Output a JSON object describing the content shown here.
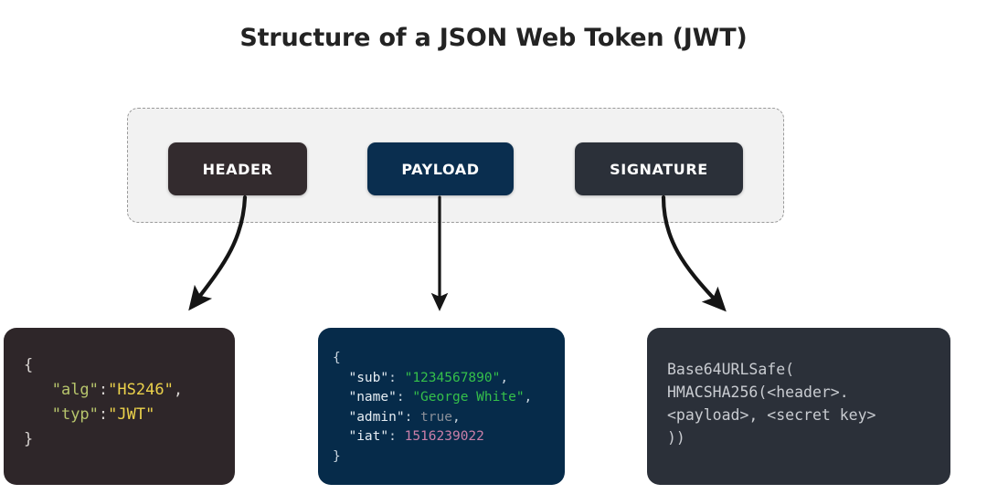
{
  "page": {
    "title": "Structure of a JSON Web Token (JWT)",
    "background": "#ffffff"
  },
  "token_container": {
    "border_style": "dashed",
    "border_color": "#9a9a9a",
    "background": "#f2f2f2",
    "parts": [
      {
        "label": "HEADER",
        "color": "#332b2e",
        "text_color": "#ffffff"
      },
      {
        "label": "PAYLOAD",
        "color": "#0a2e4f",
        "text_color": "#ffffff"
      },
      {
        "label": "SIGNATURE",
        "color": "#2b3039",
        "text_color": "#ffffff"
      }
    ]
  },
  "arrows": [
    {
      "name": "header-arrow",
      "shape": "curve-left"
    },
    {
      "name": "payload-arrow",
      "shape": "straight"
    },
    {
      "name": "signature-arrow",
      "shape": "curve-right"
    }
  ],
  "code_boxes": {
    "header": {
      "background": "#2e2629",
      "lines": [
        {
          "punct_open": "{"
        },
        {
          "indent": "   ",
          "key": "\"alg\"",
          "colon": ":",
          "value": "\"HS246\"",
          "trail": ","
        },
        {
          "indent": "   ",
          "key": "\"typ\"",
          "colon": ":",
          "value": "\"JWT\"",
          "trail": ""
        },
        {
          "punct_close": "}"
        }
      ]
    },
    "payload": {
      "background": "#062b4a",
      "lines": [
        {
          "punct_open": "{"
        },
        {
          "indent": "  ",
          "key": "\"sub\"",
          "colon": ": ",
          "value": "\"1234567890\"",
          "type": "string",
          "trail": ","
        },
        {
          "indent": "  ",
          "key": "\"name\"",
          "colon": ": ",
          "value": "\"George White\"",
          "type": "string",
          "trail": ","
        },
        {
          "indent": "  ",
          "key": "\"admin\"",
          "colon": ": ",
          "value": "true",
          "type": "bool",
          "trail": ","
        },
        {
          "indent": "  ",
          "key": "\"iat\"",
          "colon": ": ",
          "value": "1516239022",
          "type": "number",
          "trail": ""
        },
        {
          "punct_close": "}"
        }
      ]
    },
    "signature": {
      "background": "#2b3039",
      "text_color": "#c9ccd1",
      "lines": [
        "Base64URLSafe(",
        "HMACSHA256(<header>.",
        "<payload>, <secret key>",
        "))"
      ]
    }
  }
}
